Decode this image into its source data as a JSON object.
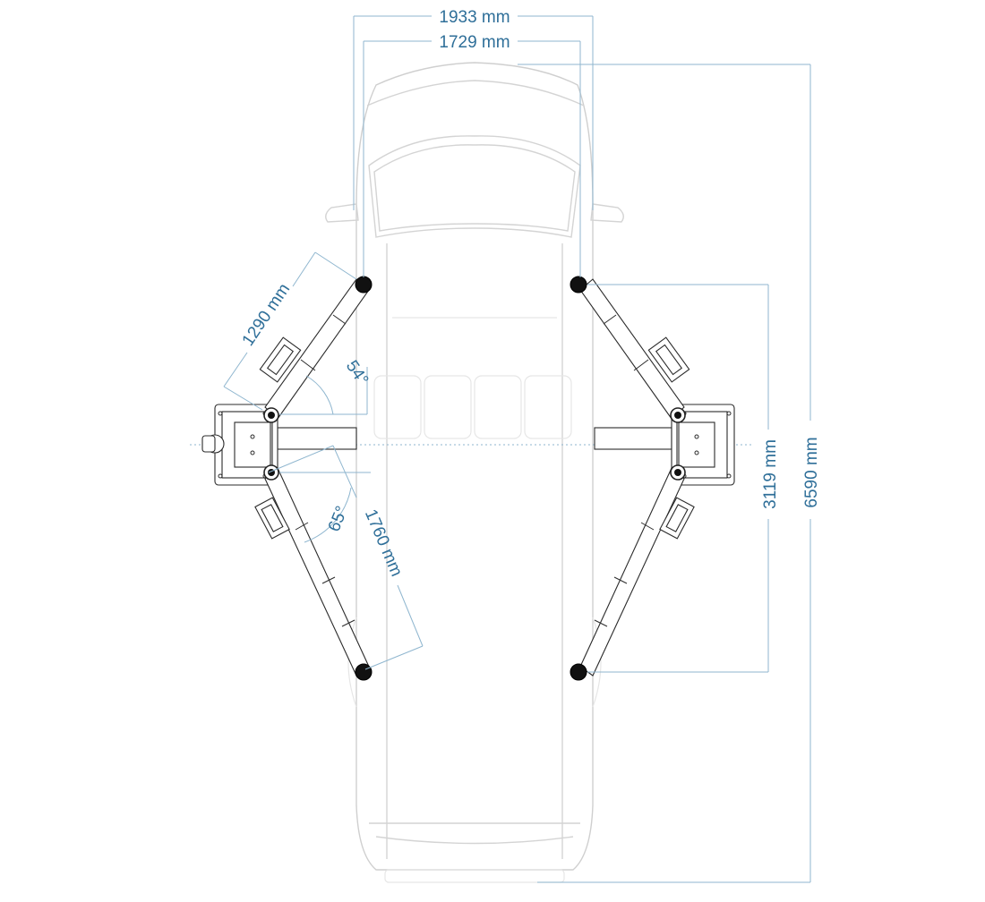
{
  "dimensions": {
    "overall_width": "1933 mm",
    "track_width": "1729 mm",
    "overall_length": "6590 mm",
    "wheelbase": "3119 mm",
    "front_arm_length": "1290 mm",
    "rear_arm_length": "1760 mm",
    "front_arm_angle": "54°",
    "rear_arm_angle": "65°"
  },
  "colors": {
    "dimension": "#2f6f99",
    "vehicle_outline": "#d4d4d4",
    "lift": "#2b2b2b"
  }
}
